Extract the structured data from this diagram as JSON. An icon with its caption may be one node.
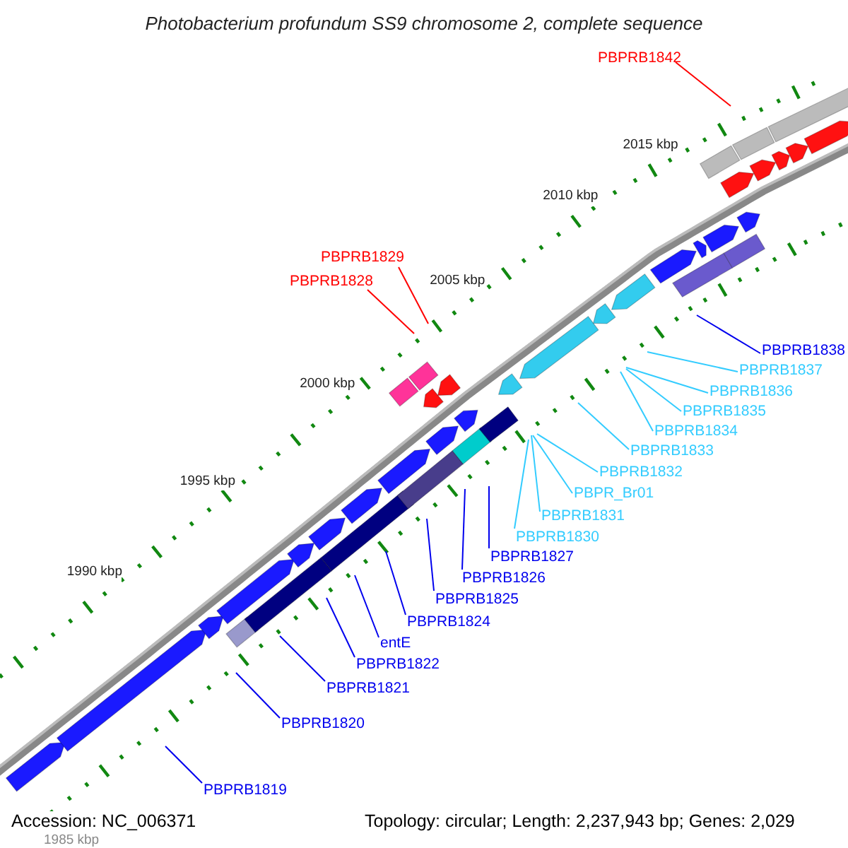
{
  "diagram": {
    "title": "Photobacterium profundum SS9 chromosome 2, complete sequence",
    "nodes": [
      {
        "text": [
          "PBPRB1842"
        ]
      },
      {
        "text": [
          "PBPRB1829"
        ]
      },
      {
        "text": [
          "PBPRB1828"
        ]
      },
      {
        "text": [
          "PBPRB1838"
        ]
      },
      {
        "text": [
          "PBPRB1837"
        ]
      },
      {
        "text": [
          "PBPRB1836"
        ]
      },
      {
        "text": [
          "PBPRB1835"
        ]
      },
      {
        "text": [
          "PBPRB1834"
        ]
      },
      {
        "text": [
          "PBPRB1833"
        ]
      },
      {
        "text": [
          "PBPRB1832"
        ]
      },
      {
        "text": [
          "PBPR_Br01"
        ]
      },
      {
        "text": [
          "PBPRB1831"
        ]
      },
      {
        "text": [
          "PBPRB1830"
        ]
      },
      {
        "text": [
          "PBPRB1827"
        ]
      },
      {
        "text": [
          "PBPRB1826"
        ]
      },
      {
        "text": [
          "PBPRB1825"
        ]
      },
      {
        "text": [
          "PBPRB1824"
        ]
      },
      {
        "text": [
          "entE"
        ]
      },
      {
        "text": [
          "PBPRB1822"
        ]
      },
      {
        "text": [
          "PBPRB1821"
        ]
      },
      {
        "text": [
          "PBPRB1820"
        ]
      },
      {
        "text": [
          "PBPRB1819"
        ]
      }
    ],
    "edges": [
      {
        "from": 0,
        "to": null,
        "arrow": "none",
        "color": "#ff0000"
      },
      {
        "from": 1,
        "to": null,
        "arrow": "none",
        "color": "#ff0000"
      },
      {
        "from": 2,
        "to": null,
        "arrow": "none",
        "color": "#ff0000"
      },
      {
        "from": 3,
        "to": null,
        "arrow": "none"
      },
      {
        "from": 4,
        "to": null,
        "arrow": "none",
        "color": "#33ccff"
      },
      {
        "from": 5,
        "to": null,
        "arrow": "none",
        "color": "#33ccff"
      },
      {
        "from": 6,
        "to": null,
        "arrow": "none",
        "color": "#33ccff"
      },
      {
        "from": 7,
        "to": null,
        "arrow": "none",
        "color": "#33ccff"
      },
      {
        "from": 8,
        "to": null,
        "arrow": "none",
        "color": "#33ccff"
      },
      {
        "from": 9,
        "to": null,
        "arrow": "none",
        "color": "#33ccff"
      },
      {
        "from": 10,
        "to": null,
        "arrow": "none",
        "color": "#33ccff"
      },
      {
        "from": 11,
        "to": null,
        "arrow": "none",
        "color": "#33ccff"
      },
      {
        "from": 12,
        "to": null,
        "arrow": "none",
        "color": "#33ccff"
      },
      {
        "from": 13,
        "to": null,
        "arrow": "none"
      },
      {
        "from": 14,
        "to": null,
        "arrow": "none"
      },
      {
        "from": 15,
        "to": null,
        "arrow": "none"
      },
      {
        "from": 16,
        "to": null,
        "arrow": "none"
      },
      {
        "from": 17,
        "to": null,
        "arrow": "none"
      },
      {
        "from": 18,
        "to": null,
        "arrow": "none"
      },
      {
        "from": 19,
        "to": null,
        "arrow": "none"
      },
      {
        "from": 20,
        "to": null,
        "arrow": "none"
      },
      {
        "from": 21,
        "to": null,
        "arrow": "none"
      }
    ],
    "labels": [
      "2015 kbp",
      "2010 kbp",
      "2005 kbp",
      "2000 kbp",
      "1995 kbp",
      "1990 kbp",
      "1985 kbp",
      "Accession: NC_006371",
      "Topology: circular; Length: 2,237,943 bp; Genes: 2,029"
    ]
  }
}
